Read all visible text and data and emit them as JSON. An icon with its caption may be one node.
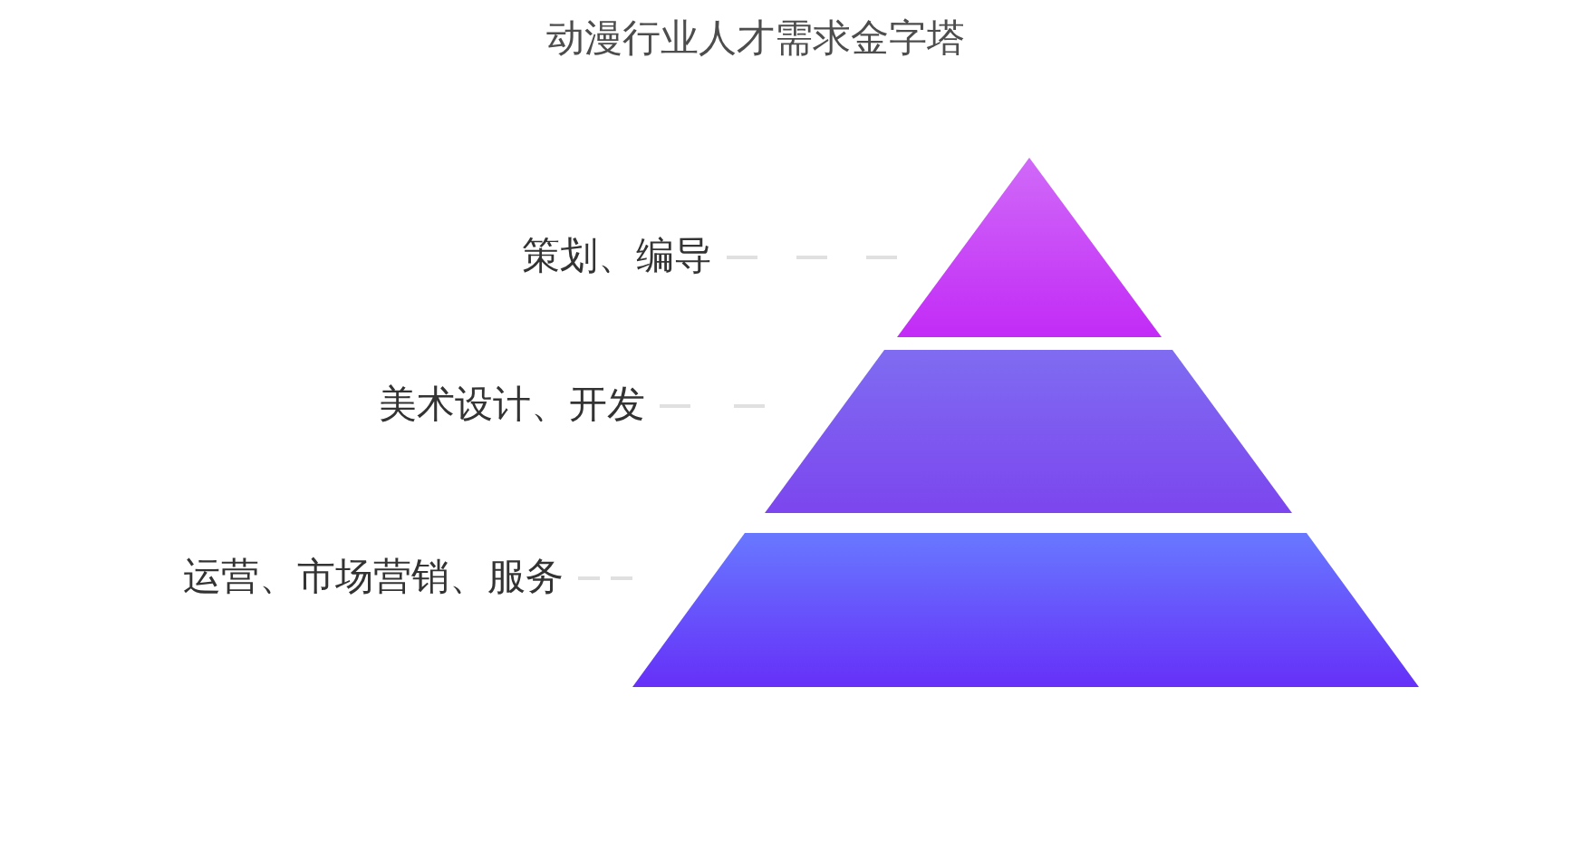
{
  "diagram": {
    "title": "动漫行业人才需求金字塔",
    "nodes": [
      {
        "text": [
          "策划、编导"
        ]
      },
      {
        "text": [
          "美术设计、开发"
        ]
      },
      {
        "text": [
          "运营、市场营销、服务"
        ]
      },
      {
        "text": [],
        "shape": "triangle"
      },
      {
        "text": [],
        "shape": "trapezoid"
      },
      {
        "text": [],
        "shape": "trapezoid"
      }
    ],
    "edges": [
      {
        "from": 0,
        "to": 3,
        "arrow": "none",
        "style": "dashed"
      },
      {
        "from": 1,
        "to": 4,
        "arrow": "none",
        "style": "dashed"
      },
      {
        "from": 2,
        "to": 5,
        "arrow": "none",
        "style": "dashed"
      }
    ]
  }
}
